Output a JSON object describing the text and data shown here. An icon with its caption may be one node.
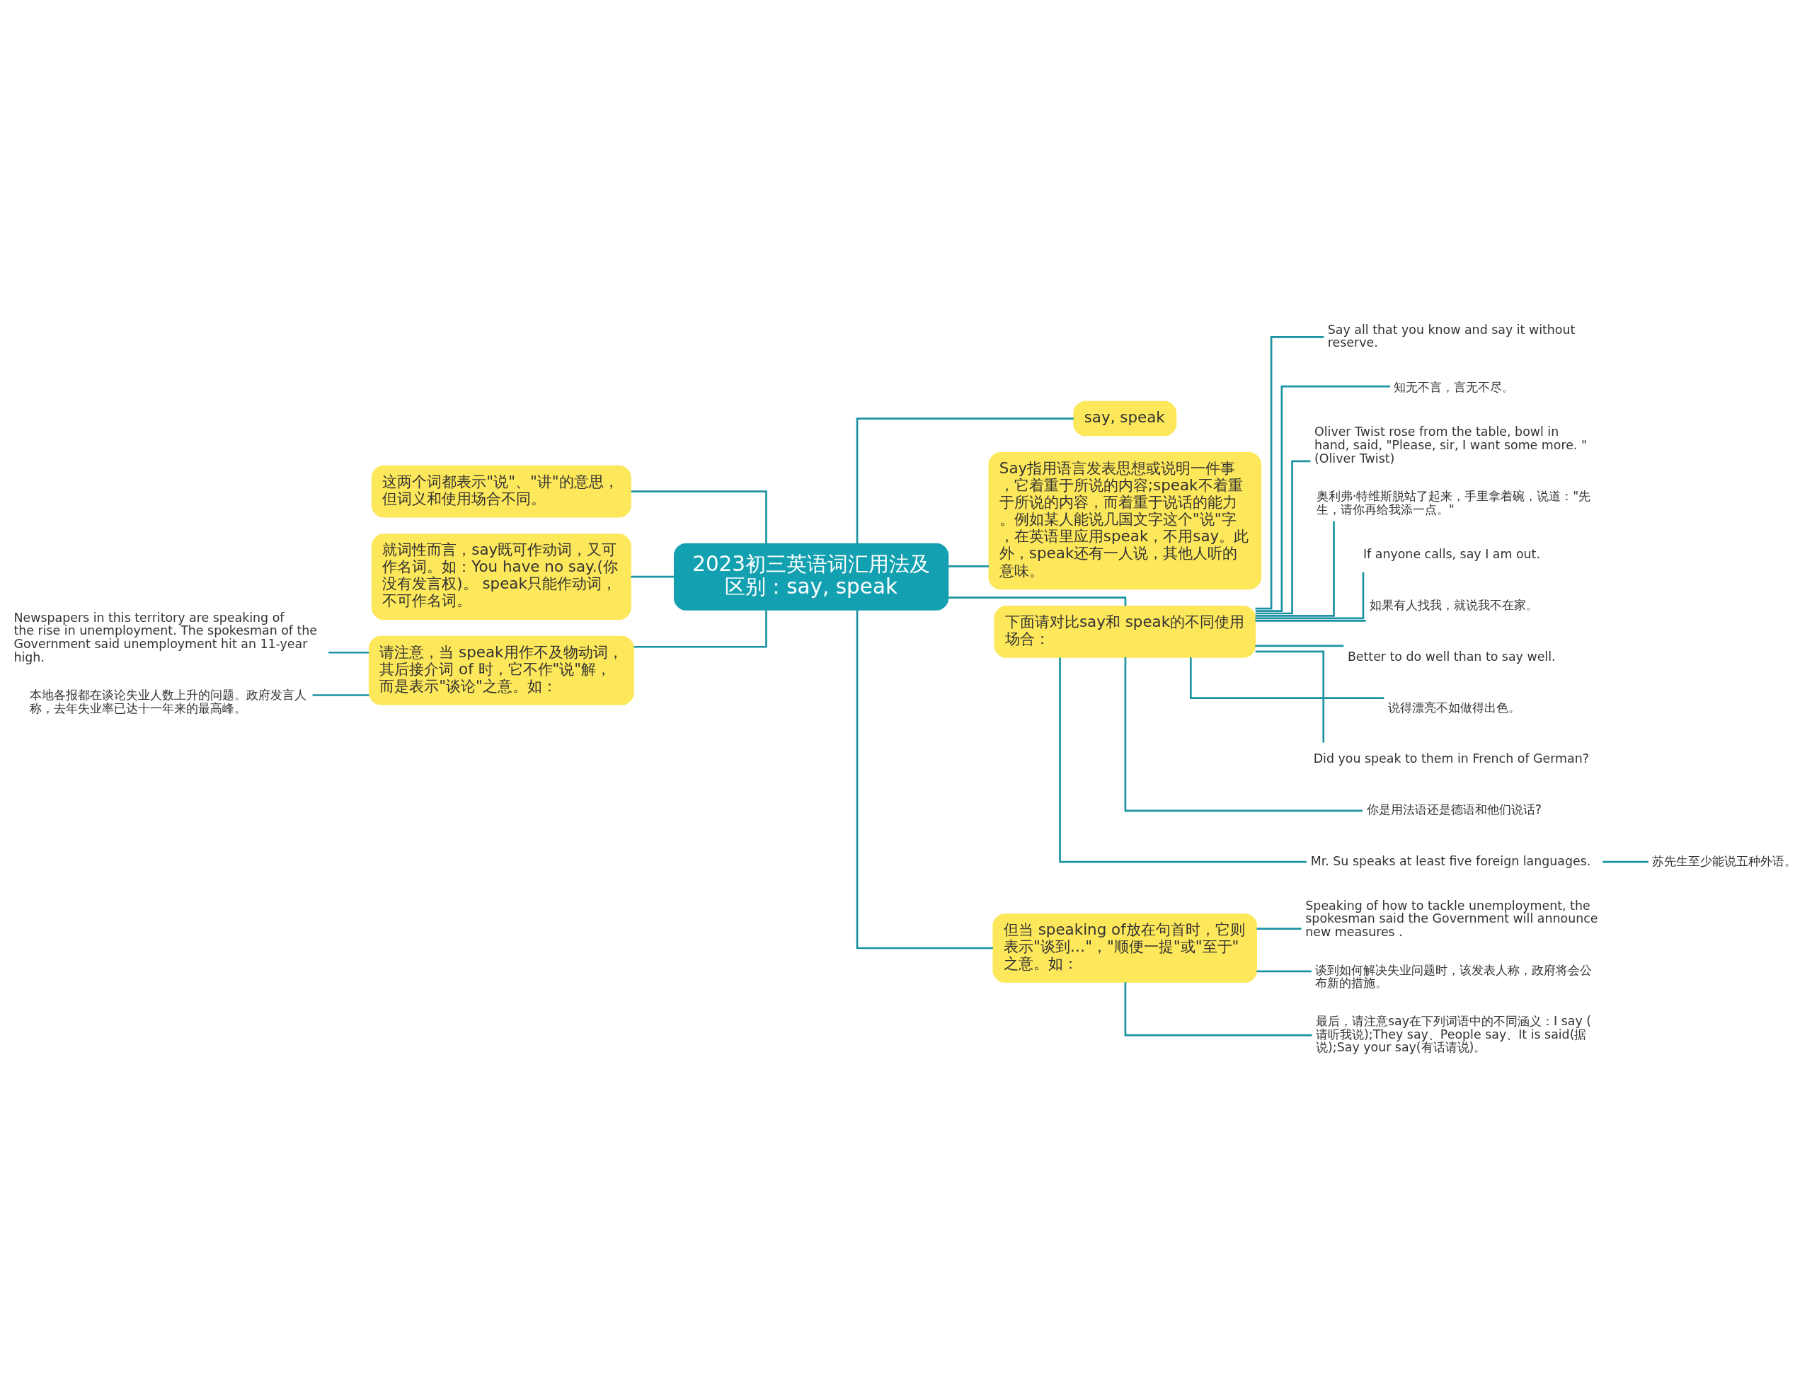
{
  "diagram": {
    "nodes": [
      {
        "text": [
          "2023初三英语词汇用法及区别：say, speak"
        ]
      },
      {
        "text": [
          "这两个词都表示\"说\"、\"讲\"的意思，但词义和使用场合不同。"
        ]
      },
      {
        "text": [
          "就词性而言，say既可作动词，又可作名词。如：You have no say.(你没有发言权)。 speak只能作动词，不可作名词。"
        ]
      },
      {
        "text": [
          "请注意，当 speak用作不及物动词，其后接介词 of 时，它不作\"说\"解，而是表示\"谈论\"之意。如："
        ]
      },
      {
        "text": [
          "Newspapers in this territory are speaking of the rise in unemployment. The spokesman of the Government said unemployment hit an 11-year high."
        ]
      },
      {
        "text": [
          "本地各报都在谈论失业人数上升的问题。政府发言人称，去年失业率已达十一年来的最高峰。"
        ]
      },
      {
        "text": [
          "say, speak"
        ]
      },
      {
        "text": [
          "Say指用语言发表思想或说明一件事，它着重于所说的内容;speak不着重于所说的内容，而着重于说话的能力。例如某人能说几国文字这个\"说\"字，在英语里应用speak，不用say。此外，speak还有一人说，其他人听的意味。"
        ]
      },
      {
        "text": [
          "下面请对比say和 speak的不同使用场合："
        ]
      },
      {
        "text": [
          "Say all that you know and say it without reserve."
        ]
      },
      {
        "text": [
          "知无不言，言无不尽。"
        ]
      },
      {
        "text": [
          "Oliver Twist rose from the table, bowl in hand, said, \"Please, sir, I want some more. \" (Oliver Twist)"
        ]
      },
      {
        "text": [
          "奥利弗·特维斯脱站了起来，手里拿着碗，说道：\"先生，请你再给我添一点。\""
        ]
      },
      {
        "text": [
          "If anyone calls, say I am out."
        ]
      },
      {
        "text": [
          "如果有人找我，就说我不在家。"
        ]
      },
      {
        "text": [
          "Better to do well than to say well."
        ]
      },
      {
        "text": [
          "说得漂亮不如做得出色。"
        ]
      },
      {
        "text": [
          "Did you speak to them in French of German?"
        ]
      },
      {
        "text": [
          "你是用法语还是德语和他们说话?"
        ]
      },
      {
        "text": [
          "Mr. Su speaks at least five foreign languages."
        ]
      },
      {
        "text": [
          "苏先生至少能说五种外语。"
        ]
      },
      {
        "text": [
          "但当 speaking of放在句首时，它则表示\"谈到…\"，\"顺便一提\"或\"至于\"之意。如："
        ]
      },
      {
        "text": [
          "Speaking of how to tackle unemployment, the spokesman said the Government will announce new measures ."
        ]
      },
      {
        "text": [
          "谈到如何解决失业问题时，该发表人称，政府将会公布新的措施。"
        ]
      },
      {
        "text": [
          "最后，请注意say在下列词语中的不同涵义：I say (请听我说);They say、People say、It is said(据说);Say your say(有话请说)。"
        ]
      }
    ],
    "edges": [
      {
        "from": 0,
        "to": 1,
        "arrow": "none"
      },
      {
        "from": 0,
        "to": 2,
        "arrow": "none"
      },
      {
        "from": 0,
        "to": 3,
        "arrow": "none"
      },
      {
        "from": 3,
        "to": 4,
        "arrow": "none"
      },
      {
        "from": 3,
        "to": 5,
        "arrow": "none"
      },
      {
        "from": 0,
        "to": 6,
        "arrow": "none"
      },
      {
        "from": 0,
        "to": 7,
        "arrow": "none"
      },
      {
        "from": 0,
        "to": 8,
        "arrow": "none"
      },
      {
        "from": 8,
        "to": 9,
        "arrow": "none"
      },
      {
        "from": 8,
        "to": 10,
        "arrow": "none"
      },
      {
        "from": 8,
        "to": 11,
        "arrow": "none"
      },
      {
        "from": 8,
        "to": 12,
        "arrow": "none"
      },
      {
        "from": 8,
        "to": 13,
        "arrow": "none"
      },
      {
        "from": 8,
        "to": 14,
        "arrow": "none"
      },
      {
        "from": 8,
        "to": 15,
        "arrow": "none"
      },
      {
        "from": 8,
        "to": 16,
        "arrow": "none"
      },
      {
        "from": 8,
        "to": 17,
        "arrow": "none"
      },
      {
        "from": 8,
        "to": 18,
        "arrow": "none"
      },
      {
        "from": 8,
        "to": 19,
        "arrow": "none"
      },
      {
        "from": 19,
        "to": 20,
        "arrow": "none"
      },
      {
        "from": 0,
        "to": 21,
        "arrow": "none"
      },
      {
        "from": 21,
        "to": 22,
        "arrow": "none"
      },
      {
        "from": 21,
        "to": 23,
        "arrow": "none"
      },
      {
        "from": 21,
        "to": 24,
        "arrow": "none"
      }
    ]
  }
}
